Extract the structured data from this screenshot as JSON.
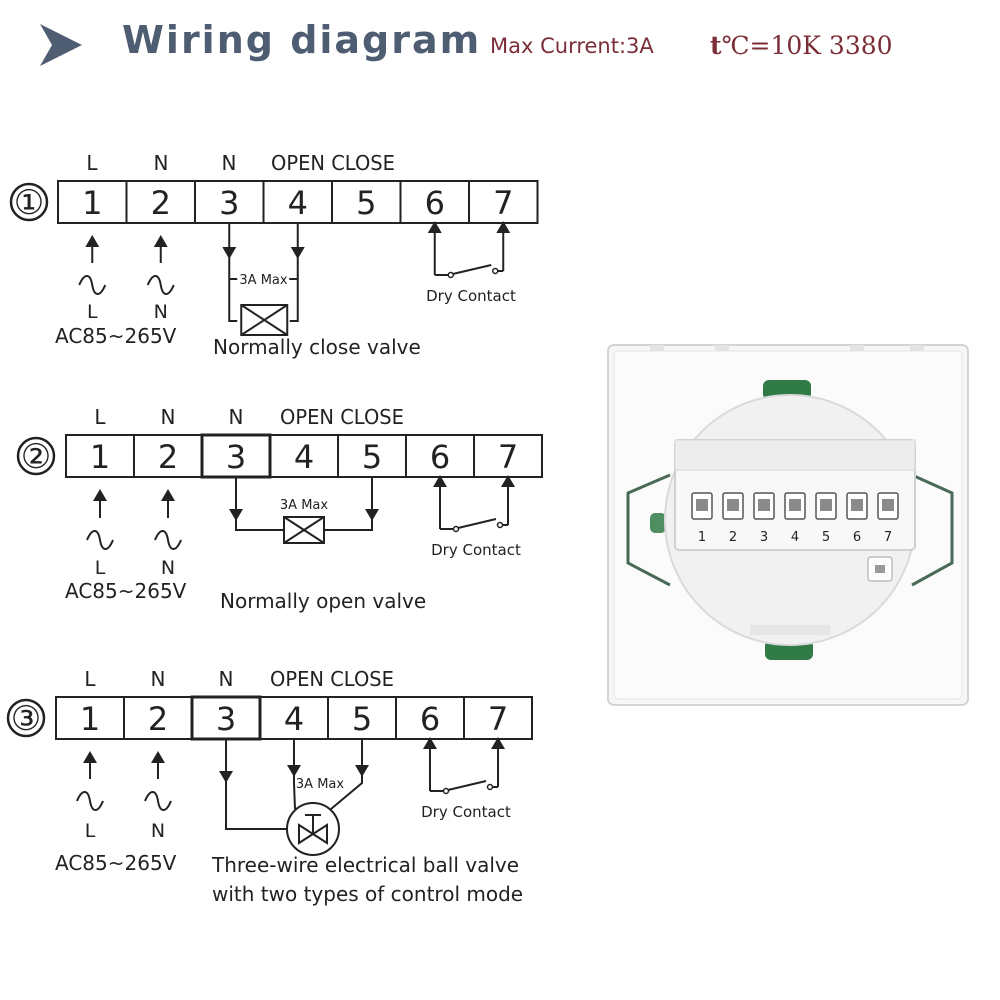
{
  "header": {
    "title": "Wiring diagram",
    "max_current": "Max Current:3A",
    "sensor_symbol": "t",
    "sensor_spec": "℃=10K  3380"
  },
  "terminal_numbers": [
    "1",
    "2",
    "3",
    "4",
    "5",
    "6",
    "7"
  ],
  "top_labels": {
    "l": "L",
    "n": "N",
    "n3": "N",
    "open_close": "OPEN CLOSE"
  },
  "sources": {
    "l": "L",
    "n": "N",
    "voltage": "AC85~265V"
  },
  "load_max": "3A Max",
  "dry_contact": "Dry Contact",
  "diagrams": [
    {
      "index": "①",
      "caption_lines": [
        "Normally close valve"
      ]
    },
    {
      "index": "②",
      "caption_lines": [
        "Normally open valve"
      ]
    },
    {
      "index": "③",
      "caption_lines": [
        "Three-wire electrical ball valve",
        "with two types of control mode"
      ]
    }
  ],
  "device": {
    "terminal_numbers": [
      "1",
      "2",
      "3",
      "4",
      "5",
      "6",
      "7"
    ]
  },
  "colors": {
    "title": "#4e5d72",
    "accent": "#7b2e38",
    "line": "#222222",
    "device_green": "#2f7a45"
  }
}
